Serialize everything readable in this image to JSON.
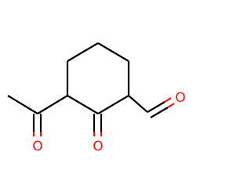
{
  "molecule": {
    "atoms": [
      {
        "id": "o_acetyl",
        "symbol": "O",
        "color": "#ff0d0d"
      },
      {
        "id": "o_ketone",
        "symbol": "O",
        "color": "#ff0d0d"
      },
      {
        "id": "o_aldehyde",
        "symbol": "O",
        "color": "#ff0d0d"
      }
    ],
    "bond_color": "#000000"
  }
}
